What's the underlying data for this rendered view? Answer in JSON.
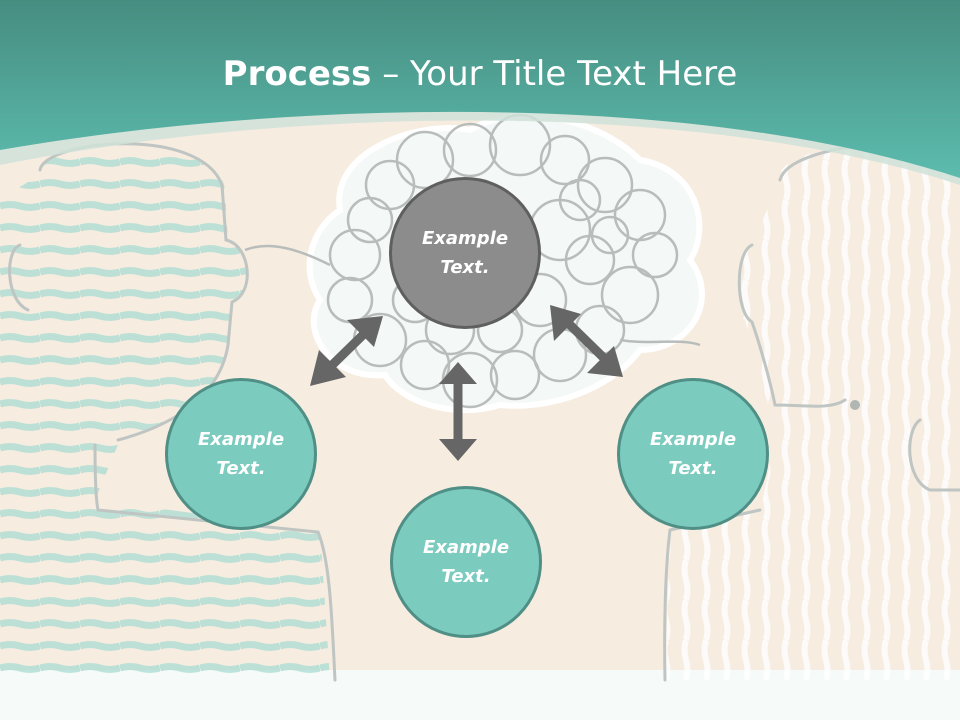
{
  "slide": {
    "title_bold": "Process",
    "title_separator": " – ",
    "title_rest": "Your Title Text Here",
    "accent_color": "#5bb8ab",
    "header_color": "#4a9a8c",
    "background_color": "#f7ece0"
  },
  "diagram": {
    "center_node": {
      "line1": "Example",
      "line2": "Text.",
      "color": "#8c8c8c"
    },
    "outer_nodes": [
      {
        "id": "left",
        "line1": "Example",
        "line2": "Text.",
        "color": "#7ccbbf"
      },
      {
        "id": "bottom",
        "line1": "Example",
        "line2": "Text.",
        "color": "#7ccbbf"
      },
      {
        "id": "right",
        "line1": "Example",
        "line2": "Text.",
        "color": "#7ccbbf"
      }
    ],
    "connectors": [
      "double-arrow-icon",
      "double-arrow-icon",
      "double-arrow-icon"
    ]
  }
}
